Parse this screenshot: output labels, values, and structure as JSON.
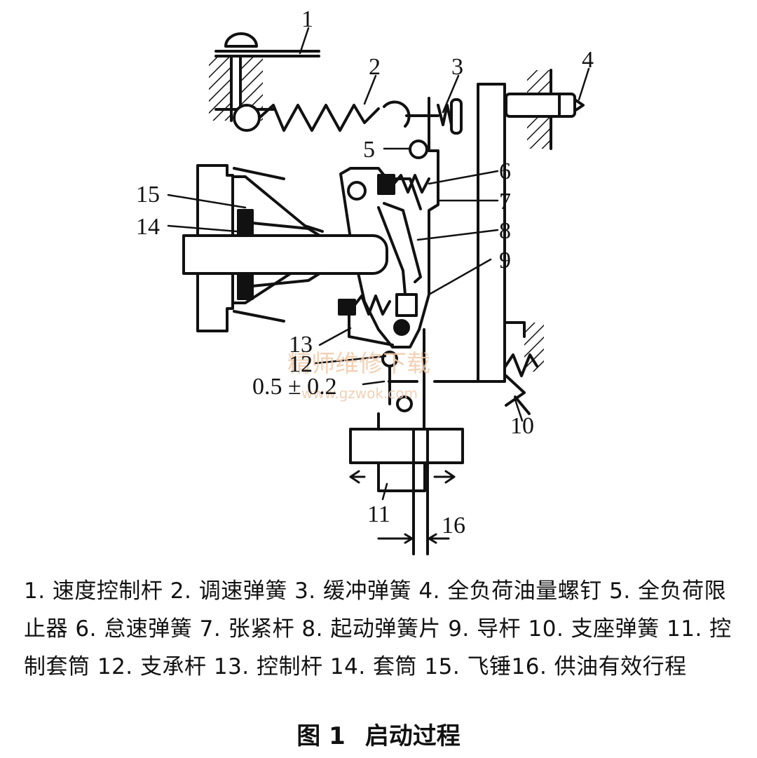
{
  "diagram": {
    "labels": {
      "n1": "1",
      "n2": "2",
      "n3": "3",
      "n4": "4",
      "n5": "5",
      "n6": "6",
      "n7": "7",
      "n8": "8",
      "n9": "9",
      "n10": "10",
      "n11": "11",
      "n12": "12",
      "n13": "13",
      "n14": "14",
      "n15": "15",
      "n16": "16",
      "gap": "0.5 ± 0.2"
    },
    "watermark": {
      "main": "精师维修下载",
      "url": "www.gzwok.com"
    }
  },
  "caption": "1. 速度控制杆 2. 调速弹簧 3. 缓冲弹簧 4. 全负荷油量螺钉 5. 全负荷限止器 6. 怠速弹簧 7. 张紧杆 8. 起动弹簧片 9. 导杆 10. 支座弹簧 11. 控制套筒 12. 支承杆 13. 控制杆 14. 套筒 15. 飞锤16. 供油有效行程",
  "figure": {
    "number": "图 1",
    "title": "启动过程"
  }
}
